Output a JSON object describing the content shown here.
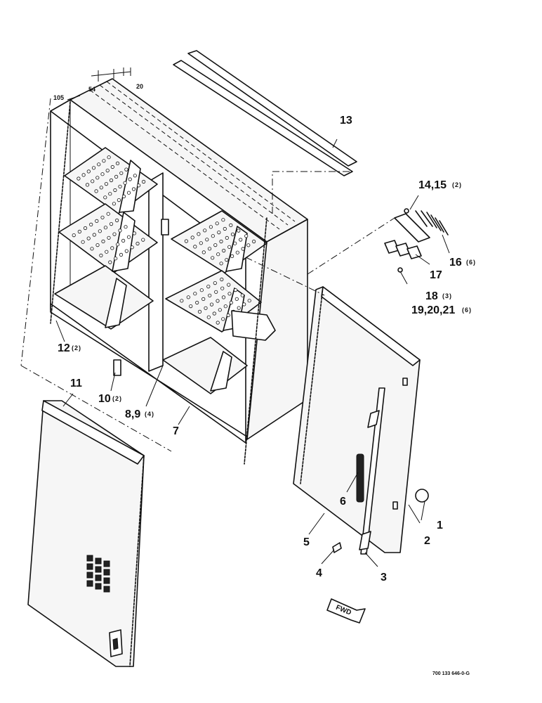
{
  "callouts": [
    {
      "id": "1",
      "label": "1"
    },
    {
      "id": "2",
      "label": "2"
    },
    {
      "id": "3",
      "label": "3"
    },
    {
      "id": "4",
      "label": "4"
    },
    {
      "id": "5",
      "label": "5"
    },
    {
      "id": "6",
      "label": "6"
    },
    {
      "id": "7",
      "label": "7"
    },
    {
      "id": "8_9",
      "label": "8,9",
      "qty": "(4)"
    },
    {
      "id": "10",
      "label": "10",
      "qty": "(2)"
    },
    {
      "id": "11",
      "label": "11"
    },
    {
      "id": "12",
      "label": "12",
      "qty": "(2)"
    },
    {
      "id": "13",
      "label": "13"
    },
    {
      "id": "14_15",
      "label": "14,15",
      "qty": "(2)"
    },
    {
      "id": "16",
      "label": "16",
      "qty": "(6)"
    },
    {
      "id": "17",
      "label": "17"
    },
    {
      "id": "18",
      "label": "18",
      "qty": "(3)"
    },
    {
      "id": "19_21",
      "label": "19,20,21",
      "qty": "(6)"
    }
  ],
  "dimensions": {
    "d105": "105",
    "d54": "54",
    "d20": "20"
  },
  "direction_label": "FWD",
  "document_number": "700 133 646-0-G"
}
